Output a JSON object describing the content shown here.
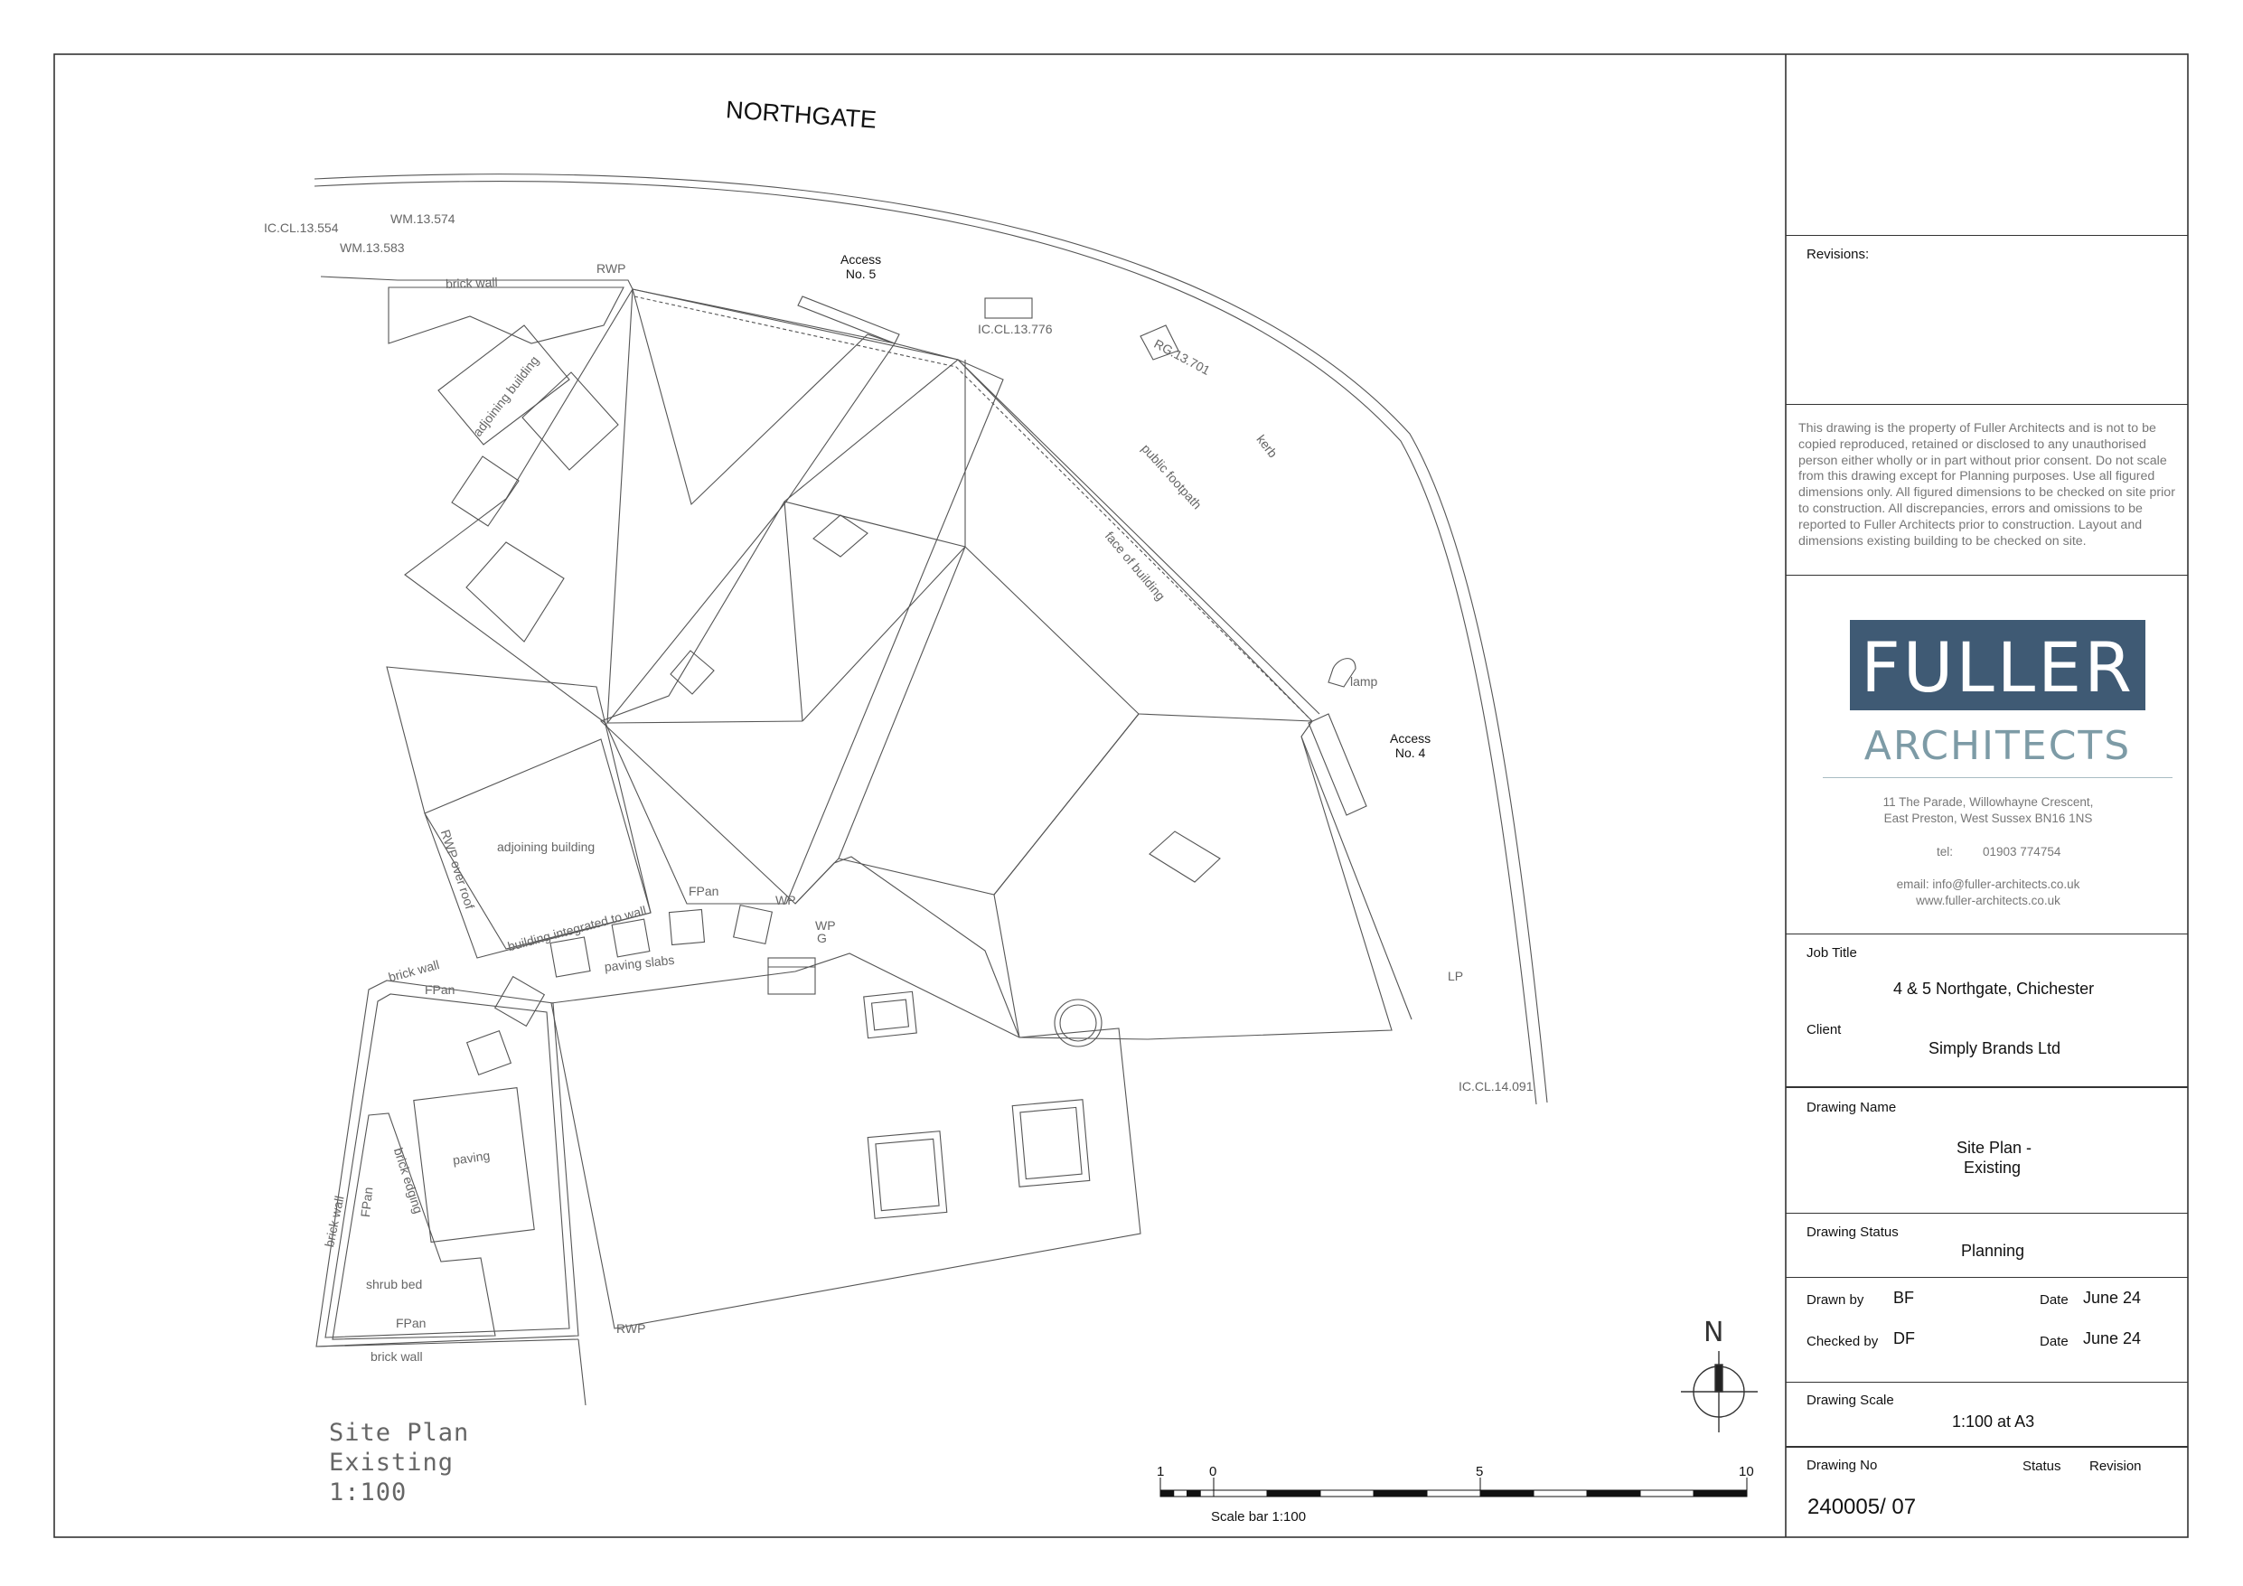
{
  "street_label": "NORTHGATE",
  "plan_labels": {
    "ic_cl_13_554": "IC.CL.13.554",
    "wm_13_574": "WM.13.574",
    "wm_13_583": "WM.13.583",
    "brick_wall_top": "brick wall",
    "rwp_top": "RWP",
    "access5": "Access\nNo. 5",
    "ic_cl_13_776": "IC.CL.13.776",
    "rg_13_701": "RG.13.701",
    "kerb": "kerb",
    "public_footpath": "public footpath",
    "face_of_building": "face of building",
    "adjoining_building_top": "adjoining building",
    "lamp": "lamp",
    "access4": "Access\nNo. 4",
    "adjoining_building_mid": "adjoining building",
    "rwp_over_roof": "RWP over roof",
    "building_integrated": "building integrated to wall",
    "fpan_top": "FPan",
    "wp_a": "WP",
    "wp_b": "WP",
    "g": "G",
    "brick_wall_left_top": "brick wall",
    "fpan_left": "FPan",
    "paving_slabs": "paving slabs",
    "lp": "LP",
    "ic_cl_14_091": "IC.CL.14.091",
    "paving": "paving",
    "brick_edging": "brick edging",
    "fpan_vert": "FPan",
    "brick_wall_vert": "brick wall",
    "shrub_bed": "shrub bed",
    "fpan_bottom": "FPan",
    "rwp_bottom": "RWP",
    "brick_wall_bottom": "brick wall"
  },
  "plan_title": {
    "line1": "Site Plan",
    "line2": "Existing",
    "line3": "1:100"
  },
  "scale_bar": {
    "label": "Scale bar 1:100",
    "ticks": [
      "1",
      "0",
      "5",
      "10"
    ]
  },
  "north_label": "N",
  "title_block": {
    "revisions_label": "Revisions:",
    "disclaimer": "This drawing is the property of Fuller Architects and is not to be copied reproduced, retained or disclosed to any unauthorised person either wholly or in part without prior consent. Do not scale from this drawing except for Planning purposes. Use all figured dimensions only. All figured dimensions to be checked on site prior to construction. All discrepancies, errors and omissions to be reported to Fuller Architects prior to construction. Layout and dimensions existing building to be checked on site.",
    "logo_main": "FULLER",
    "logo_sub": "ARCHITECTS",
    "address_line1": "11 The Parade, Willowhayne Crescent,",
    "address_line2": "East Preston, West Sussex BN16 1NS",
    "tel_label": "tel:",
    "tel": "01903 774754",
    "email_line": "email:  info@fuller-architects.co.uk",
    "web": "www.fuller-architects.co.uk",
    "job_title_label": "Job Title",
    "job_title": "4 & 5 Northgate, Chichester",
    "client_label": "Client",
    "client": "Simply Brands Ltd",
    "drawing_name_label": "Drawing Name",
    "drawing_name_line1": "Site Plan -",
    "drawing_name_line2": "Existing",
    "drawing_status_label": "Drawing Status",
    "drawing_status": "Planning",
    "drawn_by_label": "Drawn by",
    "drawn_by": "BF",
    "date_label_1": "Date",
    "date_1": "June 24",
    "checked_by_label": "Checked by",
    "checked_by": "DF",
    "date_label_2": "Date",
    "date_2": "June 24",
    "drawing_scale_label": "Drawing Scale",
    "drawing_scale": "1:100 at A3",
    "drawing_no_label": "Drawing No",
    "status_label": "Status",
    "revision_label": "Revision",
    "drawing_no": "240005/ 07"
  }
}
